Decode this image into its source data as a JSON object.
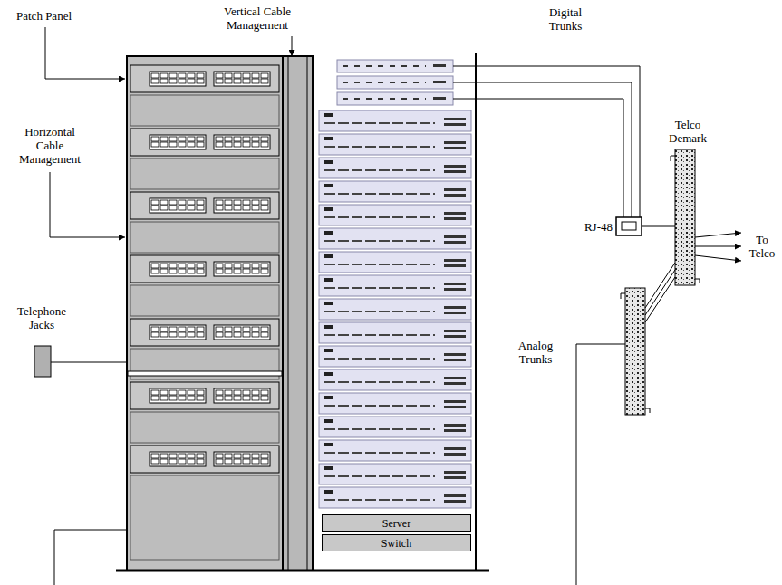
{
  "diagram": {
    "nodes": [
      {
        "text": [
          "Server"
        ]
      },
      {
        "text": [
          "Switch"
        ]
      }
    ],
    "labels": [
      "Patch Panel",
      "Vertical Cable Management",
      "Digital Trunks",
      "Horizontal Cable Management",
      "Telco Demark",
      "RJ-48",
      "To Telco",
      "Telephone Jacks",
      "Analog Trunks"
    ]
  }
}
